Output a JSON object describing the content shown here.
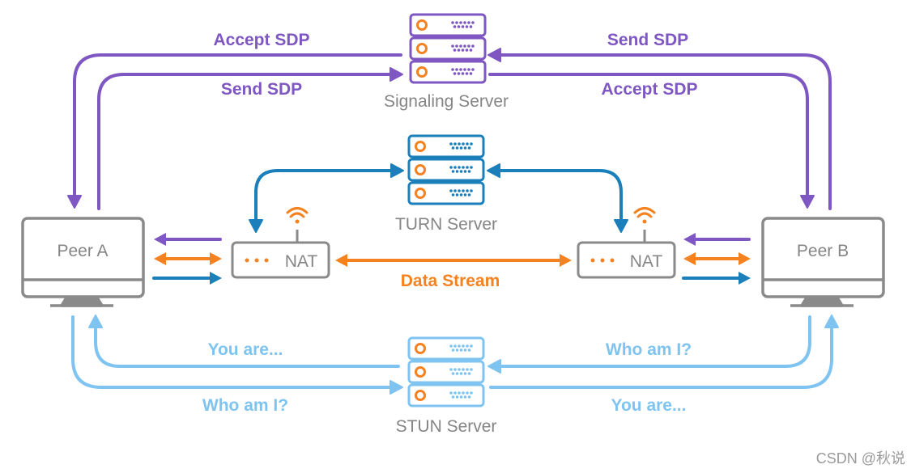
{
  "colors": {
    "signaling": "#7e57c2",
    "turn": "#1a7fba",
    "stream": "#f58220",
    "stun": "#7fc4f0",
    "device": "#8a8a8a",
    "label_gray": "#858585",
    "watermark": "#9a9a9a"
  },
  "servers": {
    "signaling": "Signaling Server",
    "turn": "TURN Server",
    "stun": "STUN Server"
  },
  "peers": {
    "a": "Peer A",
    "b": "Peer B"
  },
  "nat": {
    "left": "NAT",
    "right": "NAT"
  },
  "signaling_labels": {
    "left_outer": "Accept SDP",
    "left_inner": "Send SDP",
    "right_outer": "Send SDP",
    "right_inner": "Accept SDP"
  },
  "stream_label": "Data Stream",
  "stun_labels": {
    "left_inner": "You are...",
    "left_outer": "Who am I?",
    "right_inner": "Who am I?",
    "right_outer": "You are..."
  },
  "watermark": "CSDN @秋说",
  "icons": [
    "server-rack-icon",
    "monitor-icon",
    "wifi-icon",
    "nat-router-icon",
    "arrow-icon"
  ]
}
